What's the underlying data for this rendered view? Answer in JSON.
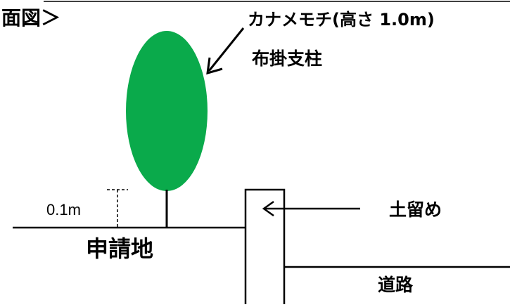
{
  "heading": "面図＞",
  "tree": {
    "name_height": "カナメモチ(高さ  1.0m)",
    "support": "布掛支柱",
    "color": "#0aaa4b"
  },
  "gap_label": "0.1m",
  "site_label": "申請地",
  "retaining_wall_label": "土留め",
  "road_label": "道路"
}
